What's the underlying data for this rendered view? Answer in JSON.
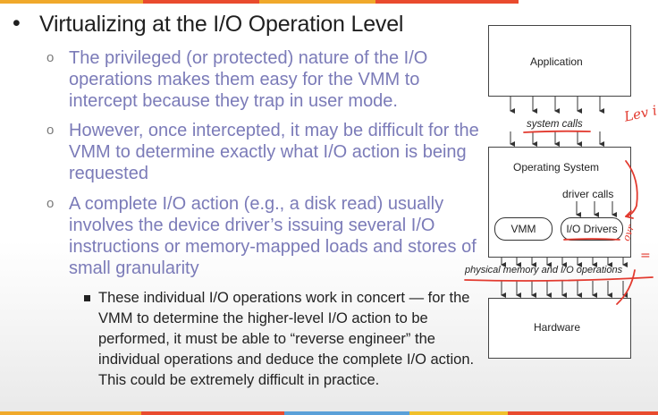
{
  "colors": {
    "accent_text": "#7b7bb8",
    "annotation_red": "#e23a2f",
    "bar_segments": [
      "#f0a92b",
      "#e94b2e",
      "#5aa0d8",
      "#f0c02b"
    ]
  },
  "slide": {
    "heading": "Virtualizing at the I/O Operation Level",
    "points": [
      {
        "text": "The privileged (or protected) nature of the I/O operations makes them easy for the VMM to intercept because they trap in user mode."
      },
      {
        "text": "However, once intercepted, it may be difficult for the VMM to determine exactly what I/O action is being requested"
      },
      {
        "text": "A complete I/O action (e.g., a disk read) usually involves the device driver’s issuing several I/O instructions or memory-mapped loads and stores of small granularity"
      }
    ],
    "sub_point": {
      "text": "These individual I/O operations work in concert — for the VMM to determine the higher-level I/O action to be performed, it must be able to “reverse engineer” the individual operations and deduce the complete I/O action. This could be extremely difficult in practice."
    }
  },
  "diagram": {
    "application": "Application",
    "system_calls": "system calls",
    "operating_system": "Operating System",
    "driver_calls": "driver calls",
    "vmm": "VMM",
    "io_drivers": "I/O Drivers",
    "physical_ops": "physical memory and I/O operations",
    "hardware": "Hardware"
  },
  "annotations": {
    "handwritten_1": "Lev i",
    "handwritten_2": "ovr",
    "handwritten_3": "="
  }
}
